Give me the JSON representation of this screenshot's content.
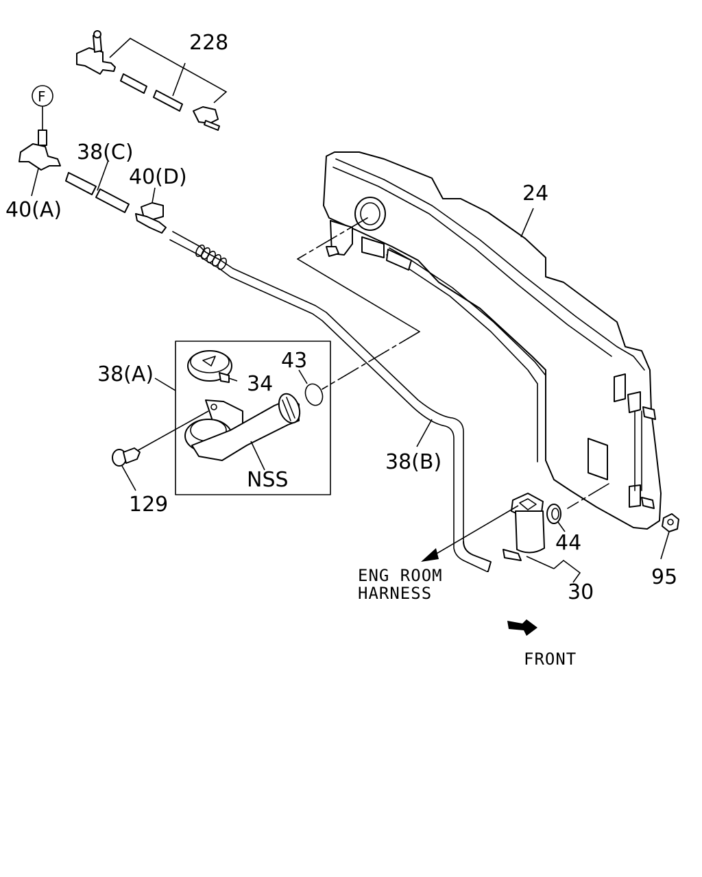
{
  "callouts": {
    "c228": "228",
    "cF": "F",
    "c38C": "38(C)",
    "c40D": "40(D)",
    "c40A": "40(A)",
    "c24": "24",
    "c38A": "38(A)",
    "c34": "34",
    "c43": "43",
    "c38B": "38(B)",
    "cNSS": "NSS",
    "c129": "129",
    "c44": "44",
    "c30": "30",
    "c95": "95"
  },
  "notes": {
    "eng_room_line1": "ENG ROOM",
    "eng_room_line2": "HARNESS",
    "front": "FRONT"
  }
}
